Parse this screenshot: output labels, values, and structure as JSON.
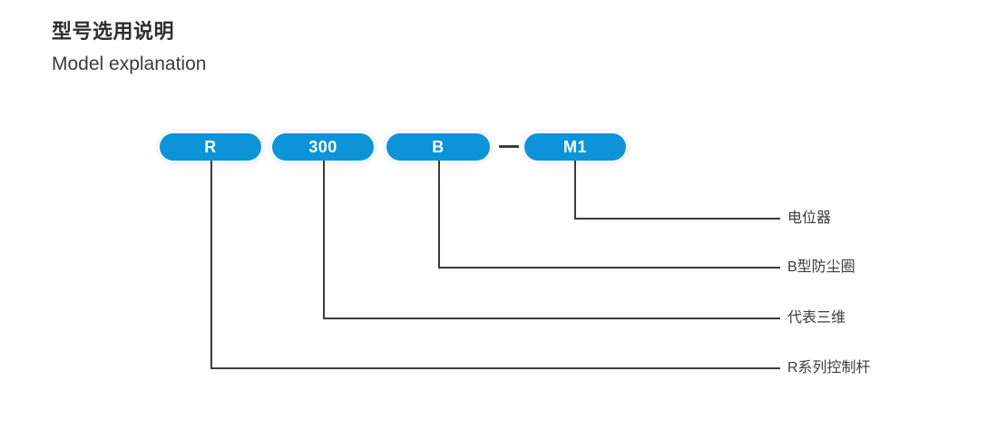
{
  "header": {
    "title_cn": "型号选用说明",
    "title_en": "Model explanation"
  },
  "theme": {
    "accent": "#0d93d8",
    "line": "#3c3c3c",
    "text": "#3c3c3c",
    "background": "#ffffff"
  },
  "diagram": {
    "separator": "–",
    "code_parts": [
      {
        "label": "R",
        "name": "pill-r"
      },
      {
        "label": "300",
        "name": "pill-300"
      },
      {
        "label": "B",
        "name": "pill-b"
      },
      {
        "label": "M1",
        "name": "pill-m1"
      }
    ],
    "callouts": [
      {
        "label": "电位器",
        "source": "M1"
      },
      {
        "label": "B型防尘圈",
        "source": "B"
      },
      {
        "label": "代表三维",
        "source": "300"
      },
      {
        "label": "R系列控制杆",
        "source": "R"
      }
    ]
  }
}
